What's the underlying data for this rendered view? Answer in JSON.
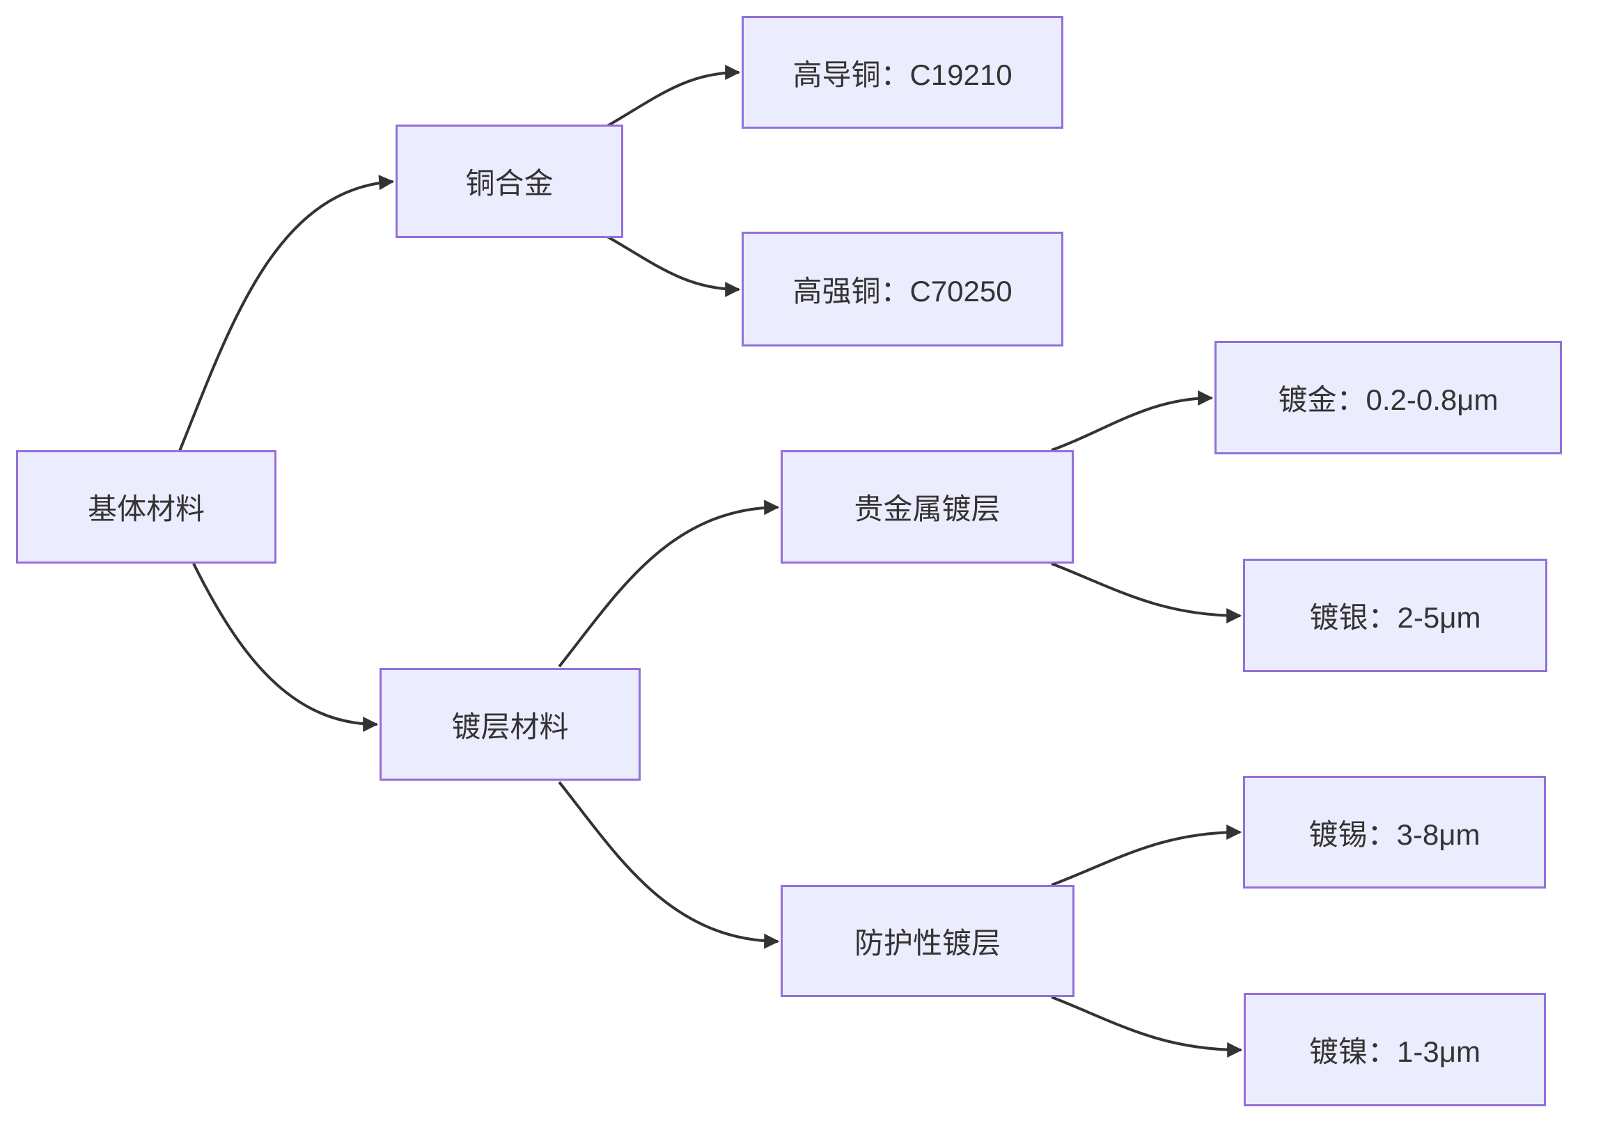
{
  "diagram": {
    "type": "flowchart-left-to-right",
    "colors": {
      "node_fill": "#ECECFF",
      "node_border": "#9370DB",
      "edge_color": "#333333",
      "text_color": "#333333"
    },
    "nodes": {
      "base_material": {
        "label": "基体材料"
      },
      "copper_alloy": {
        "label": "铜合金"
      },
      "high_conductivity_copper": {
        "label": "高导铜：C19210"
      },
      "high_strength_copper": {
        "label": "高强铜：C70250"
      },
      "plating_material": {
        "label": "镀层材料"
      },
      "precious_metal_plating": {
        "label": "贵金属镀层"
      },
      "gold_plating": {
        "label": "镀金：0.2-0.8μm"
      },
      "silver_plating": {
        "label": "镀银：2-5μm"
      },
      "protective_plating": {
        "label": "防护性镀层"
      },
      "tin_plating": {
        "label": "镀锡：3-8μm"
      },
      "nickel_plating": {
        "label": "镀镍：1-3μm"
      }
    },
    "edges": [
      {
        "from": "基体材料",
        "to": "铜合金"
      },
      {
        "from": "基体材料",
        "to": "镀层材料"
      },
      {
        "from": "铜合金",
        "to": "高导铜：C19210"
      },
      {
        "from": "铜合金",
        "to": "高强铜：C70250"
      },
      {
        "from": "镀层材料",
        "to": "贵金属镀层"
      },
      {
        "from": "镀层材料",
        "to": "防护性镀层"
      },
      {
        "from": "贵金属镀层",
        "to": "镀金：0.2-0.8μm"
      },
      {
        "from": "贵金属镀层",
        "to": "镀银：2-5μm"
      },
      {
        "from": "防护性镀层",
        "to": "镀锡：3-8μm"
      },
      {
        "from": "防护性镀层",
        "to": "镀镍：1-3μm"
      }
    ]
  }
}
